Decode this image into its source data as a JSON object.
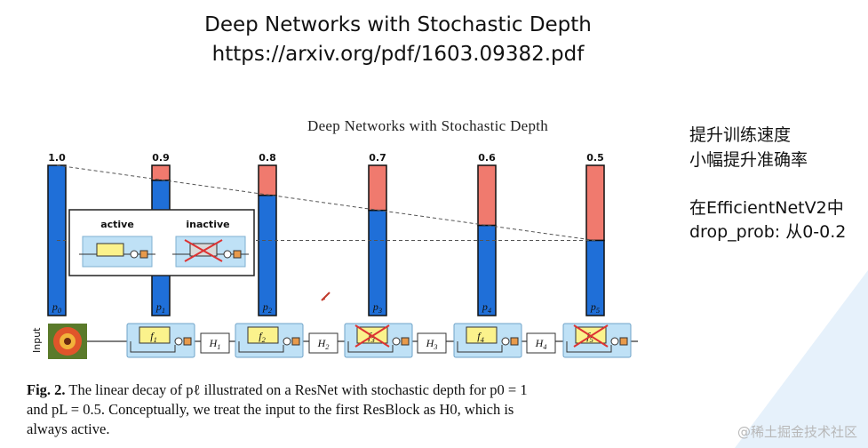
{
  "slide": {
    "title": "Deep Networks with Stochastic Depth",
    "url": "https://arxiv.org/pdf/1603.09382.pdf"
  },
  "figure": {
    "heading": "Deep Networks with Stochastic Depth",
    "survival_probs": [
      {
        "value": "1.0",
        "label": "p",
        "sub": "0"
      },
      {
        "value": "0.9",
        "label": "p",
        "sub": "1"
      },
      {
        "value": "0.8",
        "label": "p",
        "sub": "2"
      },
      {
        "value": "0.7",
        "label": "p",
        "sub": "3"
      },
      {
        "value": "0.6",
        "label": "p",
        "sub": "4"
      },
      {
        "value": "0.5",
        "label": "p",
        "sub": "5"
      }
    ],
    "legend": {
      "active": "active",
      "inactive": "inactive"
    },
    "input_label": "Input",
    "blocks": [
      {
        "f": "f",
        "sub": "1",
        "dropped": false
      },
      {
        "f": "f",
        "sub": "2",
        "dropped": false
      },
      {
        "f": "f",
        "sub": "3",
        "dropped": true
      },
      {
        "f": "f",
        "sub": "4",
        "dropped": false
      },
      {
        "f": "f",
        "sub": "5",
        "dropped": true
      }
    ],
    "hidden": [
      {
        "h": "H",
        "sub": "1"
      },
      {
        "h": "H",
        "sub": "2"
      },
      {
        "h": "H",
        "sub": "3"
      },
      {
        "h": "H",
        "sub": "4"
      }
    ],
    "colors": {
      "bar_blue": "#1f6fd8",
      "bar_red": "#f07a6e",
      "block_bg": "#bfe1f6",
      "f_box": "#fbf28c",
      "adder": "#e89a4b"
    }
  },
  "caption": {
    "label": "Fig. 2.",
    "line1": "The linear decay of pℓ illustrated on a ResNet with stochastic depth for p0 = 1",
    "line2": "and pL = 0.5. Conceptually, we treat the input to the first ResBlock as H0, which is",
    "line3": "always active."
  },
  "notes": {
    "line1": "提升训练速度",
    "line2": "小幅提升准确率",
    "line3": "在EfficientNetV2中",
    "line4": "drop_prob: 从0-0.2"
  },
  "watermark": "@稀土掘金技术社区"
}
